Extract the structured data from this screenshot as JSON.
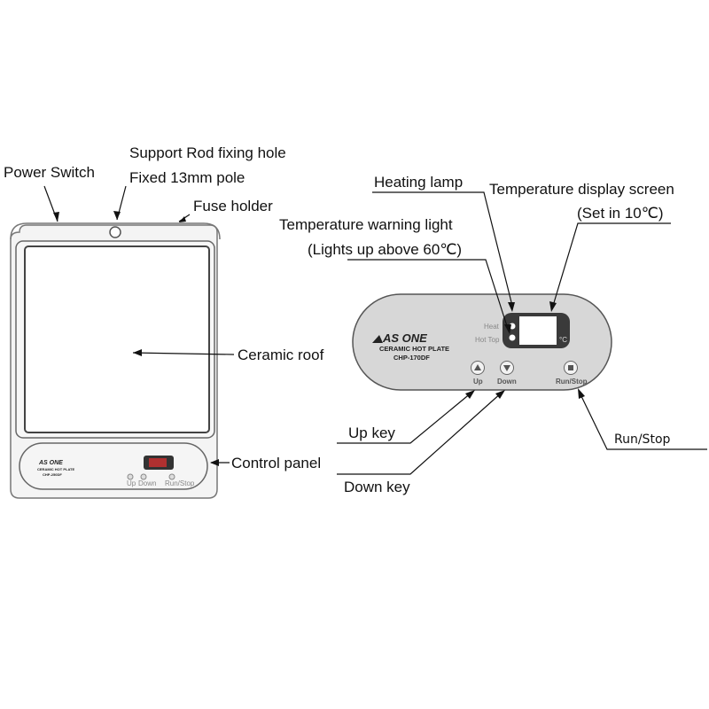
{
  "labels": {
    "power_switch": "Power Switch",
    "support_rod_hole": "Support Rod fixing hole",
    "fixed_pole": "Fixed 13mm pole",
    "fuse_holder": "Fuse holder",
    "ceramic_roof": "Ceramic roof",
    "control_panel": "Control panel",
    "heating_lamp": "Heating lamp",
    "temp_display": "Temperature display screen",
    "set_in": "(Set in 10℃)",
    "temp_warning": "Temperature warning light",
    "lights_up": "(Lights up above 60℃)",
    "up_key": "Up key",
    "down_key": "Down key",
    "run_stop": "Run/Stop"
  },
  "panel": {
    "brand": "AS ONE",
    "product": "CERAMIC HOT PLATE",
    "model": "CHP-170DF",
    "heat": "Heat",
    "hot_top": "Hot Top",
    "unit": "°C",
    "up": "Up",
    "down": "Down",
    "run_stop": "Run/Stop"
  },
  "small_panel": {
    "brand": "AS ONE",
    "product": "CERAMIC HOT PLATE",
    "model": "CHP-250DF",
    "up": "Up",
    "down": "Down",
    "run_stop": "Run/Stop"
  },
  "colors": {
    "panel_gray": "#d7d7d7",
    "display_dark": "#3a3a3a",
    "display_screen": "#ffffff",
    "hotplate_body": "#f2f2f2"
  }
}
